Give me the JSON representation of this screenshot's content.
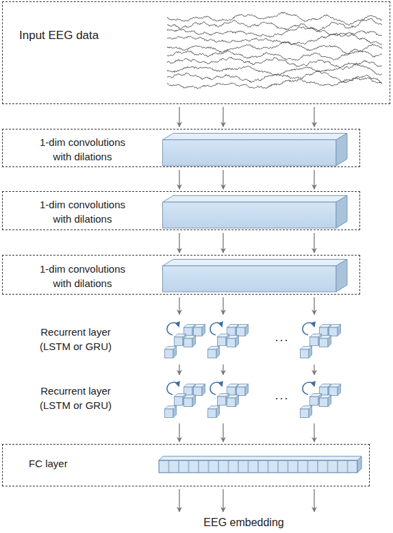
{
  "diagram": {
    "nodes": [
      {
        "text": [
          "Input EEG data"
        ]
      },
      {
        "text": [
          "1-dim convolutions with dilations"
        ]
      },
      {
        "text": [
          "1-dim convolutions with dilations"
        ]
      },
      {
        "text": [
          "1-dim convolutions with dilations"
        ]
      },
      {
        "text": [
          "Recurrent layer (LSTM or GRU)"
        ]
      },
      {
        "text": [
          "Recurrent layer (LSTM or GRU)"
        ]
      },
      {
        "text": [
          "FC layer"
        ]
      },
      {
        "text": [
          "EEG embedding"
        ]
      }
    ],
    "edges": [
      {
        "from": 0,
        "to": 1,
        "arrow": "to"
      },
      {
        "from": 0,
        "to": 1,
        "arrow": "to"
      },
      {
        "from": 0,
        "to": 1,
        "arrow": "to"
      },
      {
        "from": 1,
        "to": 2,
        "arrow": "to"
      },
      {
        "from": 1,
        "to": 2,
        "arrow": "to"
      },
      {
        "from": 1,
        "to": 2,
        "arrow": "to"
      },
      {
        "from": 2,
        "to": 3,
        "arrow": "to"
      },
      {
        "from": 2,
        "to": 3,
        "arrow": "to"
      },
      {
        "from": 2,
        "to": 3,
        "arrow": "to"
      },
      {
        "from": 3,
        "to": 4,
        "arrow": "to"
      },
      {
        "from": 3,
        "to": 4,
        "arrow": "to"
      },
      {
        "from": 3,
        "to": 4,
        "arrow": "to"
      },
      {
        "from": 4,
        "to": 5,
        "arrow": "to"
      },
      {
        "from": 4,
        "to": 5,
        "arrow": "to"
      },
      {
        "from": 4,
        "to": 5,
        "arrow": "to"
      },
      {
        "from": 5,
        "to": 6,
        "arrow": "to"
      },
      {
        "from": 5,
        "to": 6,
        "arrow": "to"
      },
      {
        "from": 5,
        "to": 6,
        "arrow": "to"
      },
      {
        "from": 6,
        "to": 7,
        "arrow": "to"
      },
      {
        "from": 6,
        "to": 7,
        "arrow": "to"
      },
      {
        "from": 6,
        "to": 7,
        "arrow": "to"
      }
    ],
    "labels": [
      "...",
      "..."
    ]
  }
}
